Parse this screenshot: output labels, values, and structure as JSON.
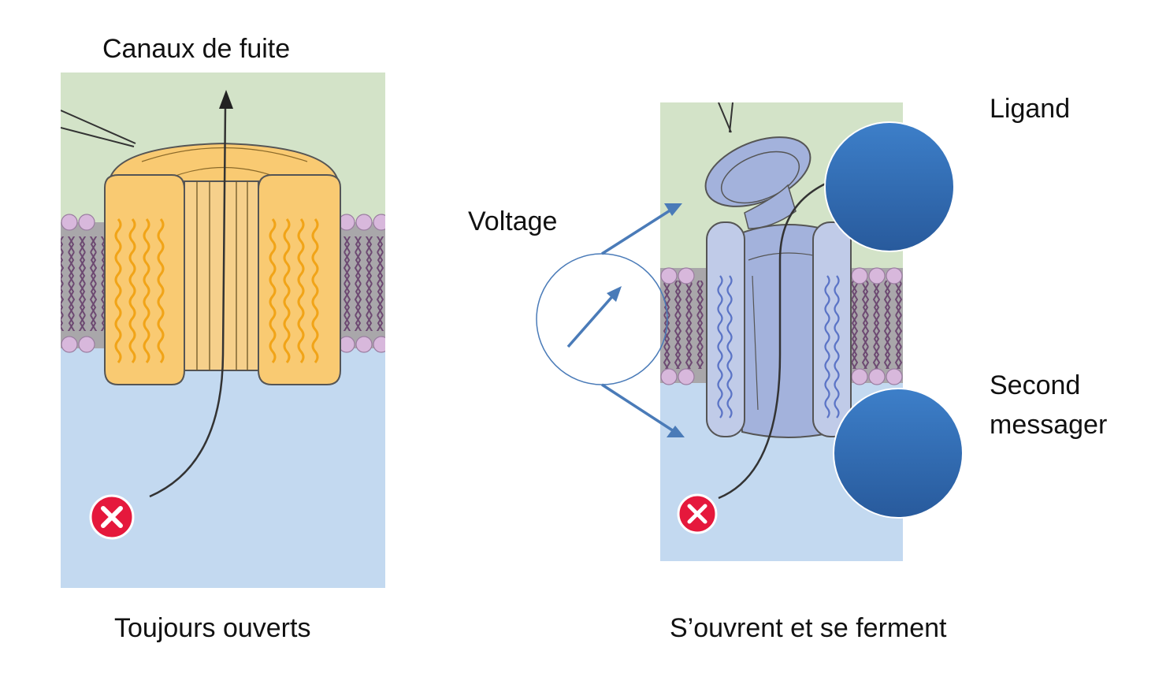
{
  "left_panel": {
    "title": "Canaux de fuite",
    "caption": "Toujours ouverts"
  },
  "right_panel": {
    "caption": "S’ouvrent et se ferment",
    "labels": {
      "voltage": "Voltage",
      "ligand": "Ligand",
      "second_messenger_line1": "Second",
      "second_messenger_line2": "messager"
    }
  },
  "colors": {
    "extracellular": "#d3e3c8",
    "intracellular": "#c3d9f0",
    "membrane_gray": "#a9a7aa",
    "lipid_head": "#d8b8dc",
    "lipid_tail": "#6d4a72",
    "leak_channel": "#f9ca72",
    "leak_channel_wave": "#f1a418",
    "gated_channel": "#a3b2dc",
    "gated_wave": "#5b74c6",
    "arrow_blue": "#4a7bb8",
    "sphere_blue": "#2f6bb4",
    "ion_red": "#e5183c"
  },
  "icons": {
    "ion": "x-circle-icon",
    "arrow": "arrow-icon"
  }
}
